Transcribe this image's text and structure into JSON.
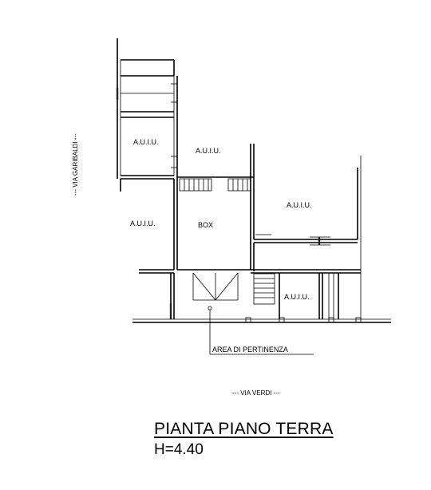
{
  "labels": {
    "auiu_top_left": "A.U.I.U.",
    "auiu_top_mid": "A.U.I.U.",
    "auiu_left": "A.U.I.U.",
    "box": "BOX",
    "auiu_right": "A.U.I.U.",
    "auiu_bottom_right": "A.U.I.U."
  },
  "streets": {
    "via_garibaldi": "--- VIA GARIBALDI ---",
    "via_verdi": "--- VIA VERDI ---"
  },
  "annotation": {
    "area_pertinenza": "AREA DI PERTINENZA"
  },
  "title": {
    "main": "PIANTA PIANO TERRA",
    "height": "H=4.40"
  }
}
